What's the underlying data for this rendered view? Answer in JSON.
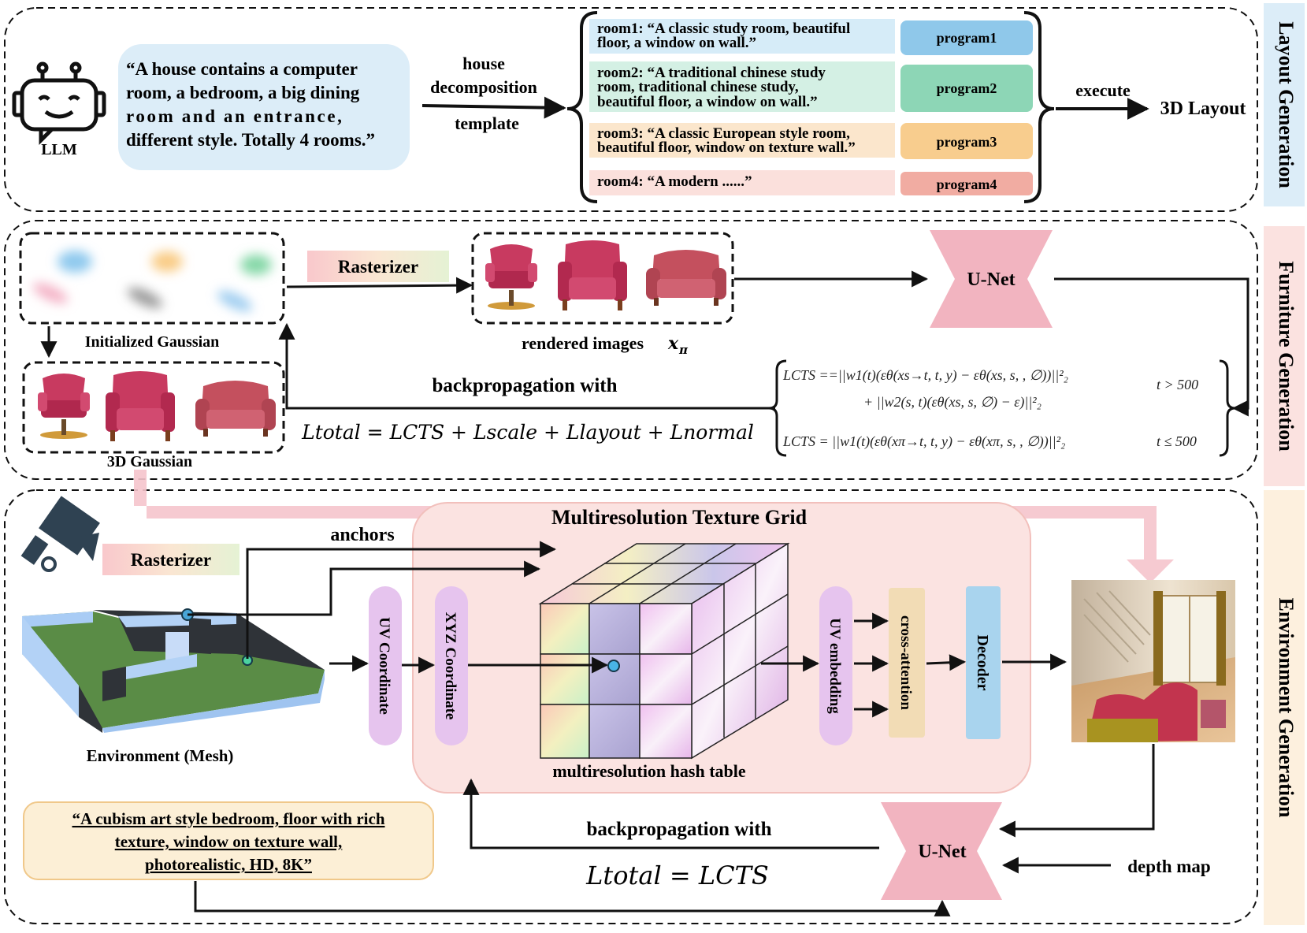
{
  "sections": {
    "layout": "Layout Generation",
    "furniture": "Furniture Generation",
    "environment": "Environment Generation"
  },
  "layout_gen": {
    "llm_label": "LLM",
    "prompt_lines": [
      "“A house contains a computer",
      "room,  a bedroom, a big dining",
      "room  and  an  entrance,",
      "different style. Totally 4 rooms.”"
    ],
    "decomp_lines": [
      "house",
      "decomposition",
      "template"
    ],
    "execute_label": "execute",
    "output_label": "3D Layout",
    "rooms": [
      {
        "lines": [
          "room1: “A classic study room, beautiful",
          "floor, a window on wall.”"
        ],
        "program": "program1",
        "bg": "#d6ecf8",
        "pbg": "#8fc8ea"
      },
      {
        "lines": [
          "room2: “A traditional chinese study",
          "room, traditional chinese study,",
          "beautiful floor, a window on wall.”"
        ],
        "program": "program2",
        "bg": "#d4f0e4",
        "pbg": "#8dd6b6"
      },
      {
        "lines": [
          "room3: “A classic European style room,",
          "beautiful floor, window on texture wall.”"
        ],
        "program": "program3",
        "bg": "#fbe6cc",
        "pbg": "#f8cd8e"
      },
      {
        "lines": [
          "room4: “A modern ......”"
        ],
        "program": "program4",
        "bg": "#fbe0dc",
        "pbg": "#f1aca2"
      }
    ]
  },
  "furniture_gen": {
    "rasterizer": "Rasterizer",
    "init_gaussian": "Initialized Gaussian",
    "gaussian_3d": "3D Gaussian",
    "rendered": "rendered images",
    "rendered_sym": "x",
    "rendered_sub": "π",
    "unet": "U-Net",
    "backprop": "backpropagation with",
    "loss_total": "Ltotal = LCTS + Lscale + Llayout + Lnormal",
    "cts_eq1_a": "LCTS ==||w1(t)(εθ(xs→t, t, y) − εθ(xs, s, , ∅))||²₂",
    "cond1": "t > 500",
    "cts_eq1_b": "+ ||w2(s, t)(εθ(xs, s, ∅) − ε)||²₂",
    "cts_eq2": "LCTS = ||w1(t)(εθ(xπ→t, t, y) − εθ(xπ, s, , ∅))||²₂",
    "cond2": "t ≤ 500"
  },
  "env_gen": {
    "rasterizer": "Rasterizer",
    "anchors": "anchors",
    "env_mesh": "Environment (Mesh)",
    "texture_grid": "Multiresolution Texture Grid",
    "hash_table": "multiresolution hash table",
    "uv_coord": "UV Coordinate",
    "xyz_coord": "XYZ Coordinate",
    "uv_embed": "UV embedding",
    "cross_attn": "cross-attention",
    "decoder": "Decoder",
    "unet": "U-Net",
    "depth_map": "depth map",
    "backprop": "backpropagation with",
    "loss": "Ltotal = LCTS",
    "prompt_lines": [
      "“A cubism art style bedroom, floor with rich",
      "texture, window on texture wall,",
      "photorealistic, HD, 8K”"
    ]
  },
  "colors": {
    "section_layout": "#dcedf8",
    "section_furniture": "#fbe2e0",
    "section_env": "#fdf0de",
    "unet": "#f2b4c0",
    "grid_panel": "#fbe3e1",
    "uv_pill": "#e6c4ee",
    "cross_attn": "#f2dcb5",
    "decoder": "#a9d4ee",
    "prompt_box": "#fcefd6",
    "pink_arrow": "#f5c4cc"
  }
}
